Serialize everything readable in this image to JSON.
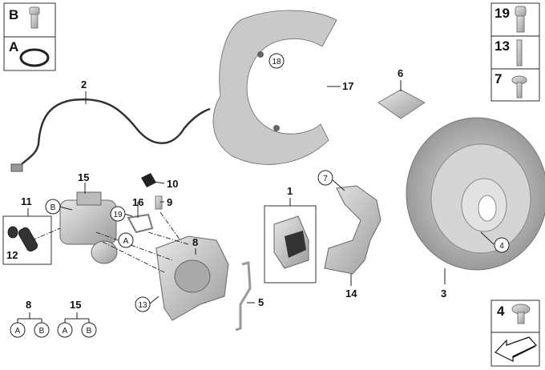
{
  "legend_left": {
    "b_label": "B",
    "a_label": "A"
  },
  "legend_right": {
    "items": [
      "19",
      "13",
      "7"
    ]
  },
  "legend_bottom_right": {
    "label": "4"
  },
  "callouts": {
    "sensor": "2",
    "shield": "17",
    "shield_screw": "18",
    "pad_kit": "6",
    "disc": "3",
    "disc_screw": "4",
    "carrier_bolt": "7",
    "pads": "1",
    "carrier": "14",
    "actuator": "15",
    "cap": "10",
    "bleeder": "9",
    "spring_clip": "16",
    "caliper_bolt": "19",
    "guide_kit": "11",
    "guide_sleeve": "12",
    "ref_a": "A",
    "ref_b": "B",
    "caliper": "8",
    "wear_sensor_clip": "5",
    "guide_pin": "13"
  },
  "bottom_left_groups": [
    {
      "number": "8",
      "refs": [
        "A",
        "B"
      ]
    },
    {
      "number": "15",
      "refs": [
        "A",
        "B"
      ]
    }
  ]
}
